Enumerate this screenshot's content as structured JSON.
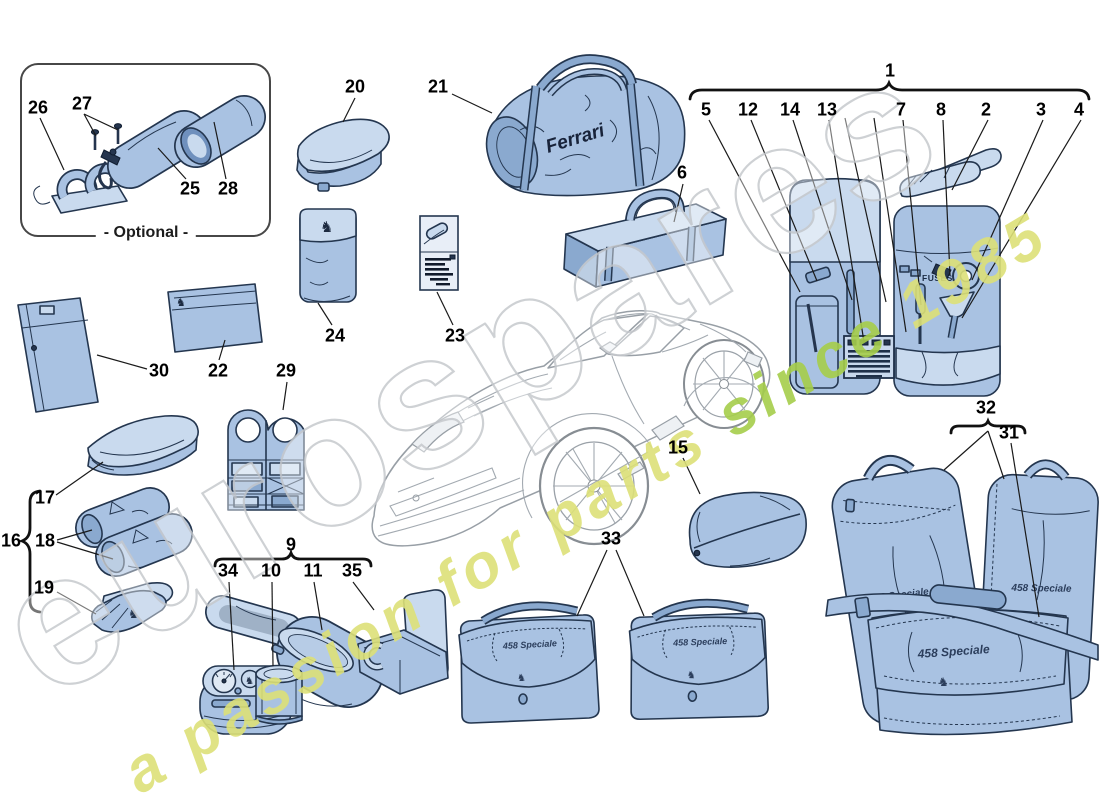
{
  "watermark": {
    "brand": "eurospares",
    "tagline_1": "a passion for parts ",
    "tagline_2": "since",
    "tagline_3": " 1985"
  },
  "labels": {
    "optional": "- Optional -",
    "fuses": "FUSES",
    "ferrari": "Ferrari",
    "speciale": "458 Speciale"
  },
  "icons": {
    "horse": "♞"
  },
  "callouts": {
    "n1": "1",
    "n2": "2",
    "n3": "3",
    "n4": "4",
    "n5": "5",
    "n6": "6",
    "n7": "7",
    "n8": "8",
    "n9": "9",
    "n10": "10",
    "n11": "11",
    "n12": "12",
    "n13": "13",
    "n14": "14",
    "n15": "15",
    "n16": "16",
    "n17": "17",
    "n18": "18",
    "n19": "19",
    "n20": "20",
    "n21": "21",
    "n22": "22",
    "n23": "23",
    "n24": "24",
    "n25": "25",
    "n26": "26",
    "n27": "27",
    "n28": "28",
    "n29": "29",
    "n30": "30",
    "n31": "31",
    "n32": "32",
    "n33": "33",
    "n34": "34",
    "n35": "35"
  }
}
